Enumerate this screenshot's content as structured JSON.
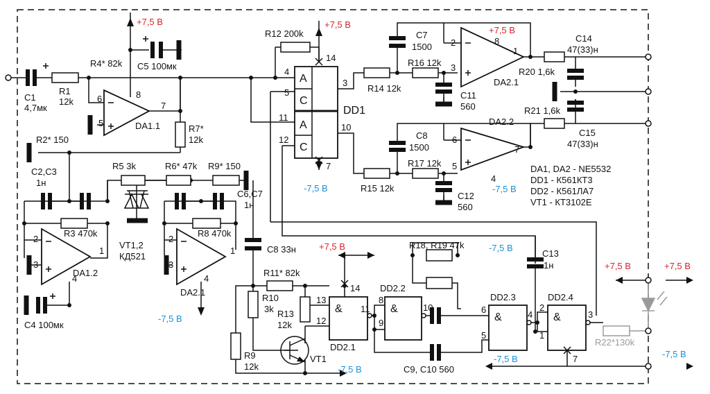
{
  "diagram": {
    "labels": {
      "c1": "C1",
      "c1_val": "4,7мк",
      "r1": "R1",
      "r1_val": "12k",
      "r4": "R4* 82k",
      "c5": "C5 100мк",
      "pwr_da11": "+7,5 В",
      "da11": "DA1.1",
      "da11_p6": "6",
      "da11_p5": "5",
      "da11_p8": "8",
      "da11_p7": "7",
      "r7": "R7*",
      "r7_val": "12k",
      "r2": "R2* 150",
      "c2c3": "C2,C3",
      "c2c3_val": "1н",
      "r5": "R5 3k",
      "r6": "R6* 47k",
      "r9a": "R9* 150",
      "c6c7": "C6,C7",
      "c6c7_val": "1н",
      "r3": "R3 470k",
      "r8": "R8 470k",
      "da12": "DA1.2",
      "da12_p2": "2",
      "da12_p1": "1",
      "da12_p3": "3",
      "da12_p4": "4",
      "da21": "DA2.1",
      "da21_p2": "2",
      "da21_p1": "1",
      "da21_p3": "3",
      "da21_p4": "4",
      "vt12": "VT1,2",
      "kd521": "КД521",
      "c4": "C4 100мк",
      "neg_left": "-7,5 В",
      "c8_33n": "C8 33н",
      "r12": "R12 200k",
      "pwr_dd1": "+7,5 В",
      "dd1_p14": "14",
      "dd1_p4": "4",
      "dd1_p5": "5",
      "dd1_p11": "11",
      "dd1_p12": "12",
      "dd1_p3": "3",
      "dd1_p10": "10",
      "dd1_p7": "7",
      "dd1_a": "A",
      "dd1_c": "C",
      "dd1_a2": "A",
      "dd1_c2": "C",
      "dd1": "DD1",
      "neg_dd1": "-7,5 В",
      "c7": "C7",
      "c7_val": "1500",
      "r16": "R16 12k",
      "r14": "R14 12k",
      "c11": "C11",
      "c11_val": "560",
      "pwr_da2top": "+7,5 В",
      "opa_p2": "2",
      "opa_p8": "8",
      "opa_p1": "1",
      "opa_p3": "3",
      "da2_1b": "DA2.1",
      "r20": "R20 1,6k",
      "c14": "C14",
      "c14_val": "47(33)н",
      "c8": "C8",
      "c8_val": "1500",
      "r17": "R17 12k",
      "r15": "R15 12k",
      "c12": "C12",
      "c12_val": "560",
      "da22": "DA2.2",
      "da22_p6": "6",
      "da22_p7": "7",
      "da22_p5": "5",
      "da22_p4": "4",
      "neg_da22": "-7,5 В",
      "r21": "R21 1,6k",
      "c15": "C15",
      "c15_val": "47(33)н",
      "note1": "DA1, DA2 - NE5532",
      "note2": "DD1 - К561КТ3",
      "note3": "DD2 - К561ЛА7",
      "note4": "VT1 - КТ3102Е",
      "pwr_dd2": "+7,5 В",
      "r11": "R11* 82k",
      "r10": "R10",
      "r10_val": "3k",
      "r13": "R13",
      "r13_val": "12k",
      "dd21": "DD2.1",
      "dd21_p14": "14",
      "dd21_p13": "13",
      "dd21_p12": "12",
      "dd21_p11": "11",
      "dd22": "DD2.2",
      "dd22_p8": "8",
      "dd22_p9": "9",
      "dd22_p10": "10",
      "r18r19": "R18, R19 47k",
      "neg_mid": "-7,5 В",
      "dd23": "DD2.3",
      "dd23_p6": "6",
      "dd23_p5": "5",
      "dd23_p4": "4",
      "c13": "C13",
      "c13_val": "1н",
      "dd24": "DD2.4",
      "dd24_p2": "2",
      "dd24_p1": "1",
      "dd24_p3": "3",
      "dd24_p7": "7",
      "r9b": "R9",
      "r9b_val": "12k",
      "vt1": "VT1",
      "neg_vt1": "-7,5 В",
      "c9c10": "C9, C10 560",
      "neg_dd24": "-7,5 В",
      "r22": "R22*130k",
      "pwr_r1": "+7,5 В",
      "pwr_r2": "+7,5 В",
      "neg_r": "-7,5 В",
      "amp": "&"
    }
  }
}
